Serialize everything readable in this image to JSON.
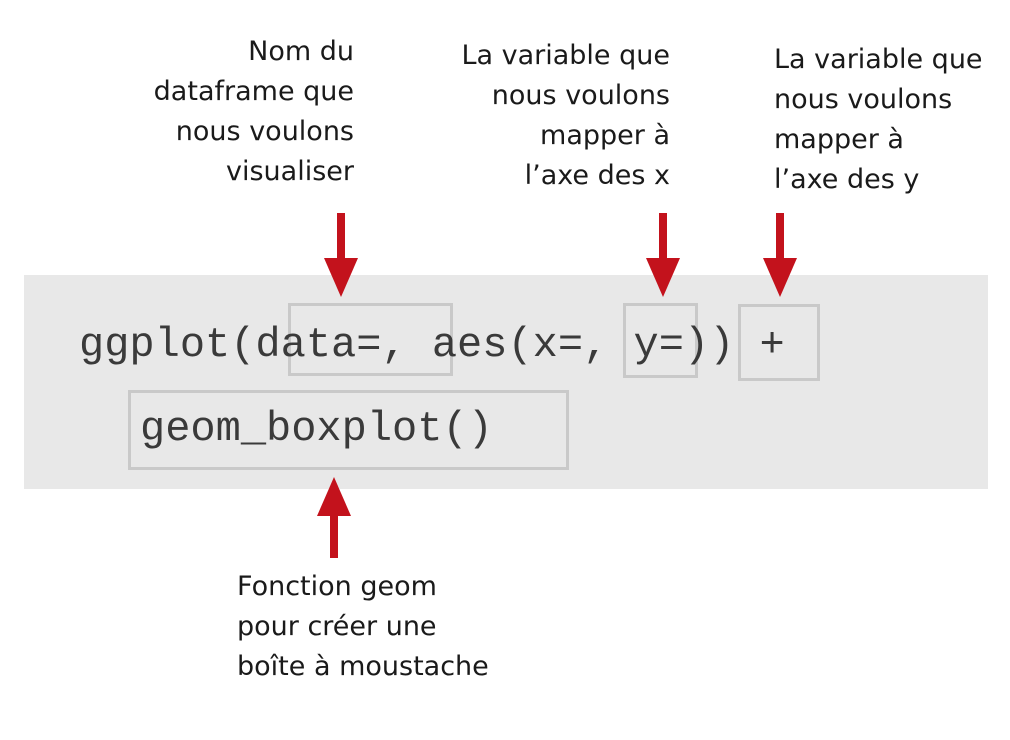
{
  "labels": {
    "dataframe": [
      "Nom du",
      "dataframe que",
      "nous voulons",
      "visualiser"
    ],
    "x_var": [
      "La variable que",
      "nous voulons",
      "mapper à",
      "l’axe des x"
    ],
    "y_var": [
      "La variable que",
      "nous voulons",
      "mapper à",
      "l’axe des y"
    ],
    "geom": [
      "Fonction geom",
      "pour créer une",
      "boîte à moustache"
    ]
  },
  "code": {
    "line1": "ggplot(data=, aes(x=, y=)) +",
    "line2": "geom_boxplot()"
  },
  "colors": {
    "arrow": "#c3121c",
    "band": "#e8e8e8",
    "highlight_border": "#c9c9c9"
  }
}
